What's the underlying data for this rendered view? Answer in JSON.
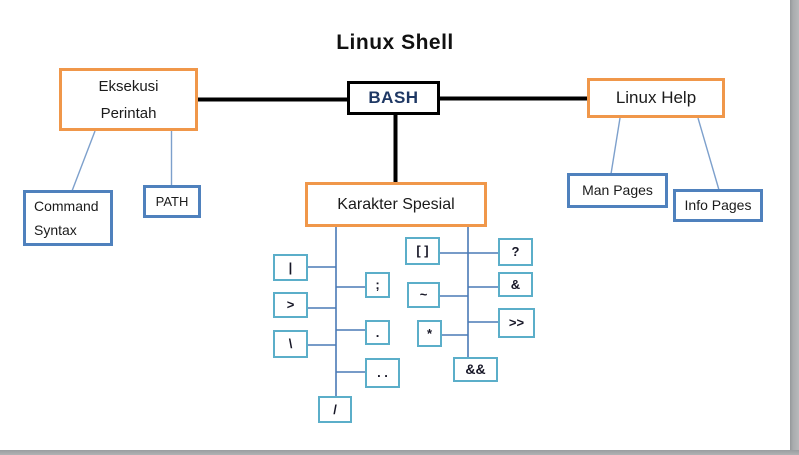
{
  "title": "Linux Shell",
  "nodes": {
    "bash": "BASH",
    "eksekusi_perintah": "Eksekusi\nPerintah",
    "linux_help": "Linux Help",
    "karakter_spesial": "Karakter Spesial",
    "command_syntax": "Command\nSyntax",
    "path": "PATH",
    "man_pages": "Man Pages",
    "info_pages": "Info Pages"
  },
  "special_characters": {
    "group1": {
      "left": [
        "|",
        ">",
        "\\"
      ],
      "right": [
        ";",
        ".",
        ". ."
      ],
      "bottom": "/"
    },
    "group2": {
      "left": [
        "[ ]",
        "~",
        "*"
      ],
      "right": [
        "?",
        "&",
        ">>"
      ],
      "bottom": "&&"
    }
  },
  "colors": {
    "accent_orange": "#F0974A",
    "accent_blue": "#4F81BD",
    "accent_teal": "#5BAEC9",
    "tree_connector_blue": "#4A7AB5",
    "link_light_blue": "#7DA0CC",
    "main_connector_black": "#000000",
    "bash_text_navy": "#1F3864",
    "window_edge_gray": "#A6A9AB"
  }
}
